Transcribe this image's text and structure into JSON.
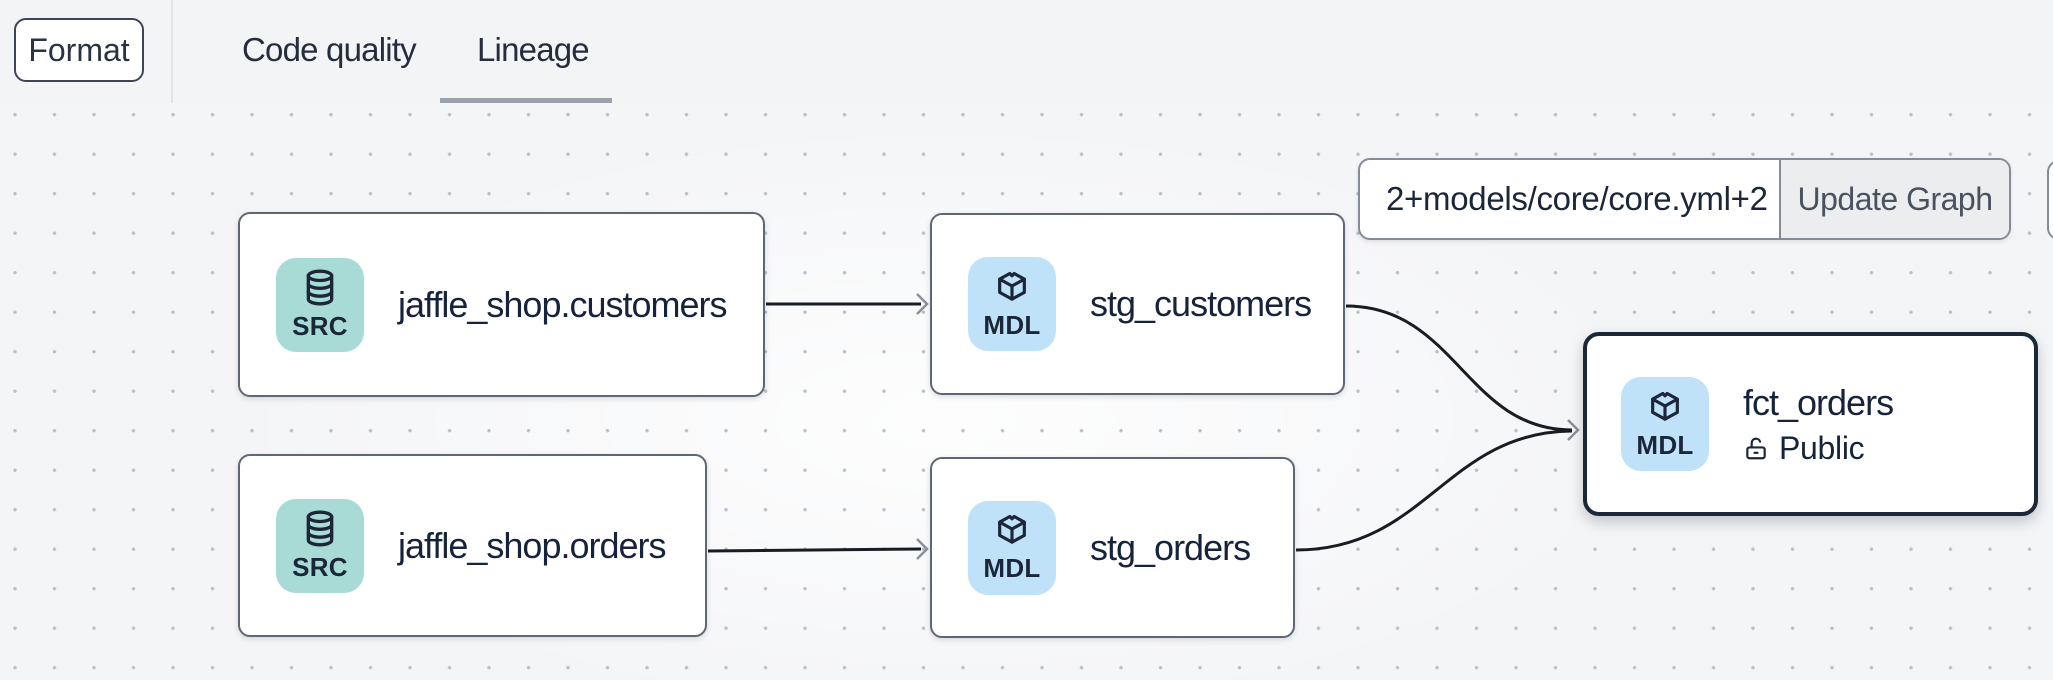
{
  "toolbar": {
    "format_label": "Format",
    "tabs": [
      {
        "label": "Code quality",
        "active": false
      },
      {
        "label": "Lineage",
        "active": true
      }
    ]
  },
  "lineage_controls": {
    "selector_value": "2+models/core/core.yml+2",
    "update_button_label": "Update Graph"
  },
  "graph": {
    "nodes": [
      {
        "id": "jaffle_shop.customers",
        "type": "SRC",
        "label": "jaffle_shop.customers"
      },
      {
        "id": "stg_customers",
        "type": "MDL",
        "label": "stg_customers"
      },
      {
        "id": "jaffle_shop.orders",
        "type": "SRC",
        "label": "jaffle_shop.orders"
      },
      {
        "id": "stg_orders",
        "type": "MDL",
        "label": "stg_orders"
      },
      {
        "id": "fct_orders",
        "type": "MDL",
        "label": "fct_orders",
        "access": "Public",
        "selected": true
      }
    ],
    "edges": [
      {
        "from": "jaffle_shop.customers",
        "to": "stg_customers"
      },
      {
        "from": "jaffle_shop.orders",
        "to": "stg_orders"
      },
      {
        "from": "stg_customers",
        "to": "fct_orders"
      },
      {
        "from": "stg_orders",
        "to": "fct_orders"
      }
    ],
    "colors": {
      "src_badge": "#a8dbd5",
      "mdl_badge": "#bfe2f8",
      "selected_border": "#1b2838",
      "edge": "#191c22"
    }
  }
}
